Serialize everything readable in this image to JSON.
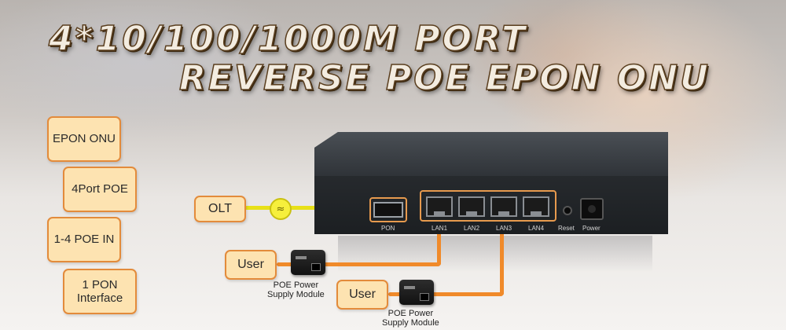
{
  "headline": {
    "line1": "4*10/100/1000M PORT",
    "line2": "REVERSE POE EPON ONU"
  },
  "features": [
    {
      "label": "EPON ONU"
    },
    {
      "label": "4Port POE"
    },
    {
      "label": "1-4 POE IN"
    },
    {
      "label": "1 PON\nInterface"
    }
  ],
  "diagram": {
    "olt_label": "OLT",
    "user1_label": "User",
    "user2_label": "User",
    "adapter_label_1a": "POE Power",
    "adapter_label_1b": "Supply Module",
    "adapter_label_2a": "POE Power",
    "adapter_label_2b": "Supply Module"
  },
  "device": {
    "pon_label": "PON",
    "lan1": "LAN1",
    "lan2": "LAN2",
    "lan3": "LAN3",
    "lan4": "LAN4",
    "reset_label": "Reset",
    "power_label": "Power"
  },
  "colors": {
    "tag_fill": "#fde3b1",
    "tag_border": "#e38b3b",
    "cable": "#f08a2a",
    "fiber": "#e8e018"
  },
  "icons": {
    "fiber_connector": "fiber-link-icon"
  }
}
